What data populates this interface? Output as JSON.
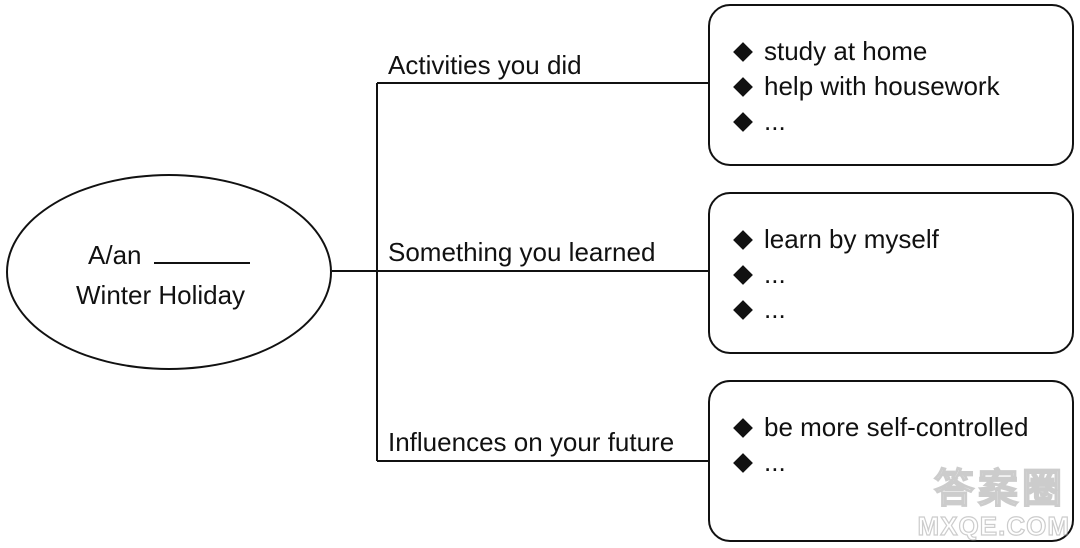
{
  "center": {
    "line1_prefix": "A/an",
    "line2": "Winter Holiday"
  },
  "branches": [
    {
      "label": "Activities you did",
      "items": [
        "study at home",
        "help with housework",
        "..."
      ]
    },
    {
      "label": "Something you learned",
      "items": [
        "learn by myself",
        "...",
        "..."
      ]
    },
    {
      "label": "Influences on your future",
      "items": [
        "be more self-controlled",
        "..."
      ]
    }
  ],
  "watermark": {
    "line1": "答案圈",
    "line2": "MXQE.COM"
  },
  "colors": {
    "line": "#111111",
    "background": "#ffffff"
  }
}
